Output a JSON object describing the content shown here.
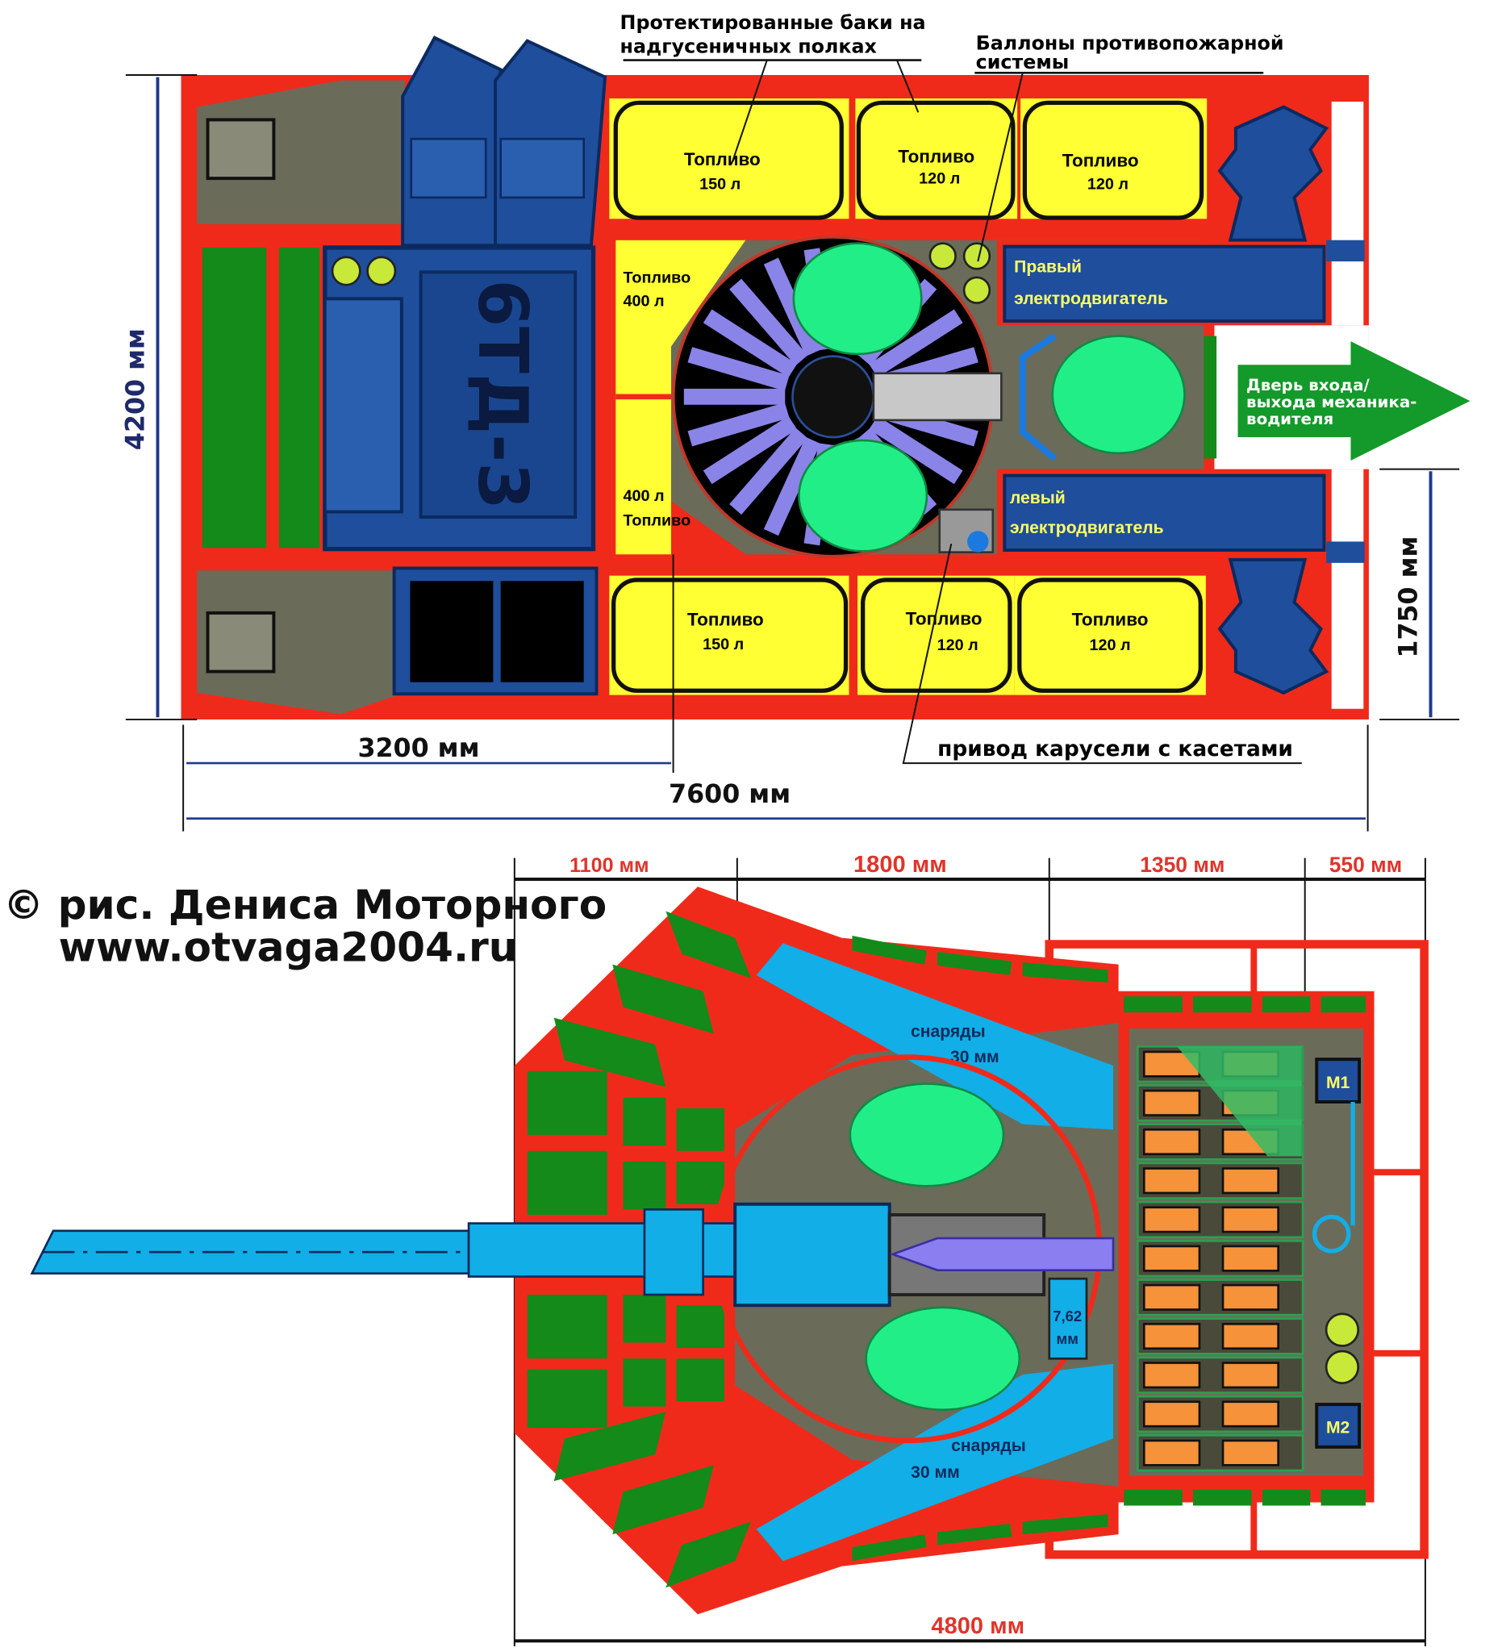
{
  "colors": {
    "armor": "#f02a1a",
    "fuel": "#ffff33",
    "engine": "#1f4e9c",
    "crew": "#22ee88",
    "radiator": "#138a1a",
    "grey": "#6b6b5a",
    "shell_blue": "#12aee8",
    "ammo": "#f5923a",
    "arrow": "#139a2a",
    "dim_red": "#e0342a"
  },
  "hull": {
    "callout_tanks": [
      "Протектированные баки на",
      "надгусеничных полках"
    ],
    "callout_extinguishers": [
      "Баллоны противопожарной",
      "системы"
    ],
    "fuel_top": [
      {
        "name": "Топливо",
        "volume": "150 л"
      },
      {
        "name": "Топливо",
        "volume": "120 л"
      },
      {
        "name": "Топливо",
        "volume": "120 л"
      }
    ],
    "fuel_bottom": [
      {
        "name": "Топливо",
        "volume": "150 л"
      },
      {
        "name": "Топливо",
        "volume": "120 л"
      },
      {
        "name": "Топливо",
        "volume": "120 л"
      }
    ],
    "fuel_inner_top": {
      "name": "Топливо",
      "volume": "400 л"
    },
    "fuel_inner_bottom": {
      "volume": "400 л",
      "name": "Топливо"
    },
    "engine_label": "6ТД-3",
    "right_motor": [
      "Правый",
      "электродвигатель"
    ],
    "left_motor": [
      "левый",
      "электродвигатель"
    ],
    "door_arrow": [
      "Дверь входа/",
      "выхода механика-",
      "водителя"
    ],
    "carousel_callout": "привод карусели с касетами",
    "dim_height": "4200 мм",
    "dim_side": "1750 мм",
    "dim_engine": "3200 мм",
    "dim_length": "7600 мм"
  },
  "turret": {
    "dims": [
      "1100 мм",
      "1800 мм",
      "1350 мм",
      "550 мм"
    ],
    "dim_width": "4800 мм",
    "shells_top": [
      "снаряды",
      "30 мм"
    ],
    "shells_bottom": [
      "снаряды",
      "30 мм"
    ],
    "mg_label": [
      "7,62",
      "мм"
    ],
    "motor1": "M1",
    "motor2": "M2",
    "ammo_rows": 11
  },
  "credits": {
    "author": "© рис. Дениса Моторного",
    "url": "www.otvaga2004.ru"
  }
}
